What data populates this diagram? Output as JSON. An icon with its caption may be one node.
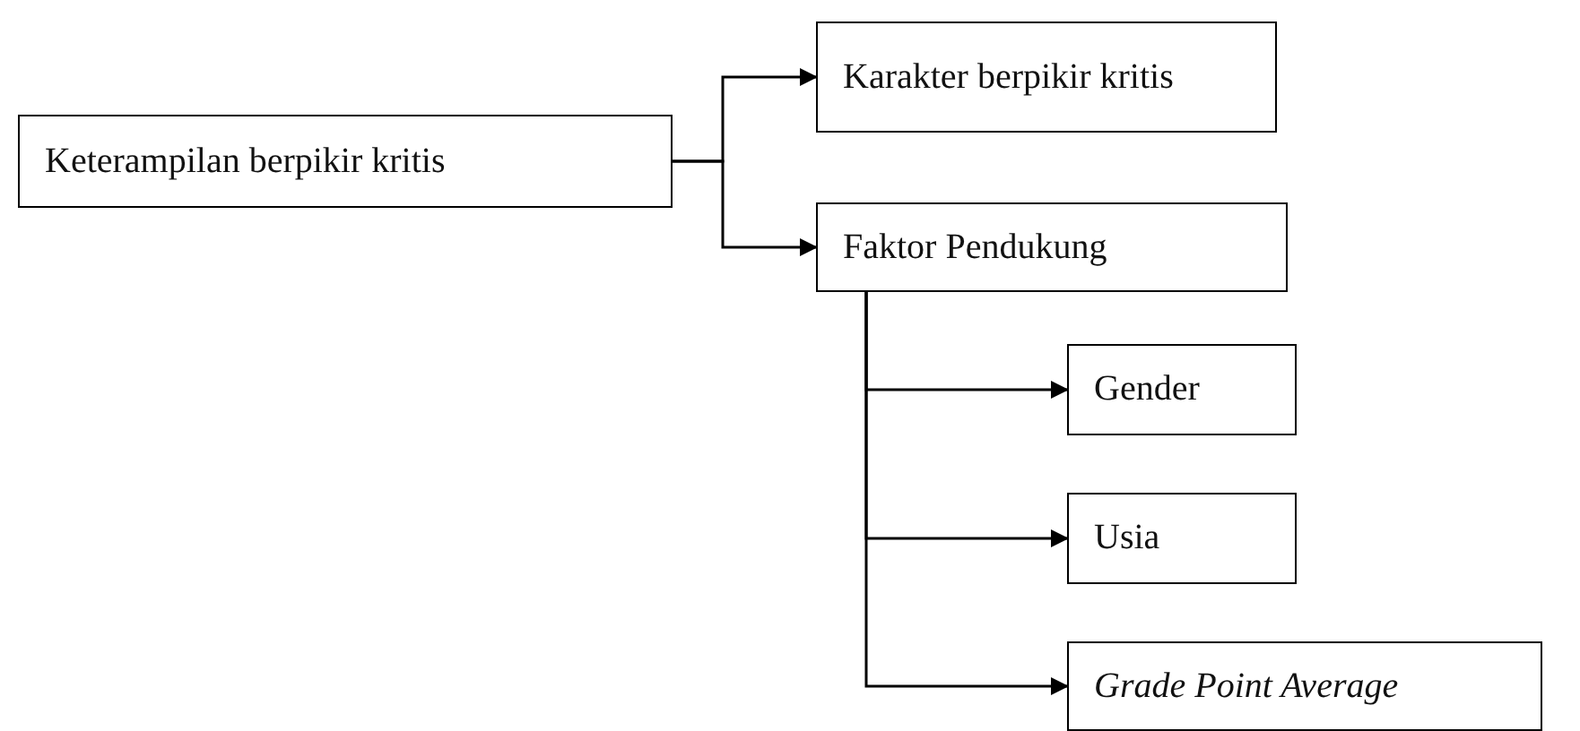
{
  "diagram": {
    "nodes": [
      {
        "text": [
          "Keterampilan berpikir kritis"
        ]
      },
      {
        "text": [
          "Karakter berpikir kritis"
        ]
      },
      {
        "text": [
          "Faktor Pendukung"
        ]
      },
      {
        "text": [
          "Gender"
        ]
      },
      {
        "text": [
          "Usia"
        ]
      },
      {
        "text": [
          "*Grade Point Average*"
        ]
      }
    ],
    "edges": [
      {
        "from": 0,
        "to": 1,
        "arrow": "to"
      },
      {
        "from": 0,
        "to": 2,
        "arrow": "to"
      },
      {
        "from": 2,
        "to": 3,
        "arrow": "to"
      },
      {
        "from": 2,
        "to": 4,
        "arrow": "to"
      },
      {
        "from": 2,
        "to": 5,
        "arrow": "to"
      }
    ]
  }
}
